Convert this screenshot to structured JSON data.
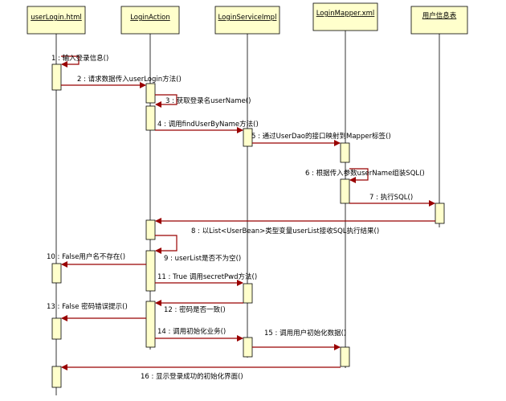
{
  "colors": {
    "box_fill": "#ffffcc",
    "box_stroke": "#000000",
    "arrow": "#990000",
    "lifeline": "#000000"
  },
  "participants": [
    {
      "id": "p0",
      "label": "userLogin.html"
    },
    {
      "id": "p1",
      "label": "LoginAction"
    },
    {
      "id": "p2",
      "label": "LoginServiceImpl"
    },
    {
      "id": "p3",
      "label": "LoginMapper.xml"
    },
    {
      "id": "p4",
      "label": "用户信息表"
    }
  ],
  "messages": [
    {
      "id": "m1",
      "label": "1 : 输入登录信息()"
    },
    {
      "id": "m2",
      "label": "2 : 请求数据传入userLogin方法()"
    },
    {
      "id": "m3",
      "label": "3 : 获取登录名userName()"
    },
    {
      "id": "m4",
      "label": "4 : 调用findUserByName方法()"
    },
    {
      "id": "m5",
      "label": "5 : 通过UserDao的接口映射到Mapper标签()"
    },
    {
      "id": "m6",
      "label": "6 : 根据传入参数userName组装SQL()"
    },
    {
      "id": "m7",
      "label": "7 : 执行SQL()"
    },
    {
      "id": "m8",
      "label": "8 : 以List<UserBean>类型变量userList接收SQL执行结果()"
    },
    {
      "id": "m9",
      "label": "9 : userList是否不为空()"
    },
    {
      "id": "m10",
      "label": "10 : False用户名不存在()"
    },
    {
      "id": "m11",
      "label": "11 : True 调用secretPwd方法()"
    },
    {
      "id": "m12",
      "label": "12 : 密码是否一致()"
    },
    {
      "id": "m13",
      "label": "13 : False 密码错误提示()"
    },
    {
      "id": "m14",
      "label": "14 : 调用初始化业务()"
    },
    {
      "id": "m15",
      "label": "15 : 调用用户初始化数据()"
    },
    {
      "id": "m16",
      "label": "16 : 显示登录成功的初始化界面()"
    }
  ]
}
